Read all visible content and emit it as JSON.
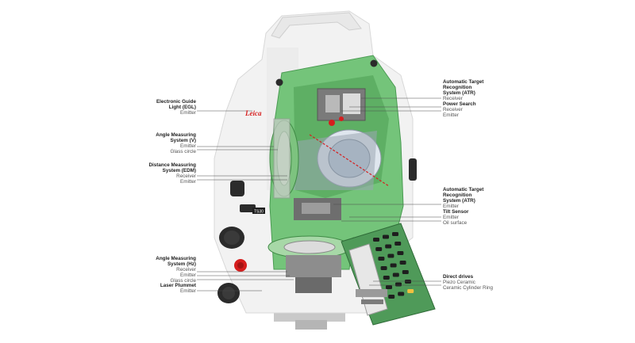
{
  "brand": {
    "logo_text": "Leica",
    "model_badge": "TS30"
  },
  "colors": {
    "housing": "#f2f2f2",
    "cutaway": "#74c47a",
    "cutaway_dark": "#4a9b52",
    "keypad": "#4f9a59",
    "knob": "#2b2b2b",
    "accent_red": "#d61e1e",
    "line": "#4a4a4a"
  },
  "labels_left": [
    {
      "title": [
        "Electronic Guide",
        "Light (EGL)"
      ],
      "subs": [
        "Emitter"
      ]
    },
    {
      "title": [
        "Angle Measuring",
        "System (V)"
      ],
      "subs": [
        "Emitter",
        "Glass circle"
      ]
    },
    {
      "title": [
        "Distance Measuring",
        "System (EDM)"
      ],
      "subs": [
        "Receiver",
        "Emitter"
      ]
    },
    {
      "title": [
        "Angle Measuring",
        "System (Hz)"
      ],
      "subs": [
        "Receiver",
        "Emitter",
        "Glass circle"
      ]
    },
    {
      "title": [
        "Laser Plummet"
      ],
      "subs": [
        "Emitter"
      ]
    }
  ],
  "labels_right": [
    {
      "title": [
        "Automatic Target",
        "Recognition",
        "System (ATR)"
      ],
      "subs": [
        "Receiver"
      ]
    },
    {
      "title": [
        "Power Search"
      ],
      "subs": [
        "Receiver",
        "Emitter"
      ]
    },
    {
      "title": [
        "Automatic Target",
        "Recognition",
        "System (ATR)"
      ],
      "subs": [
        "Emitter"
      ]
    },
    {
      "title": [
        "Tilt Sensor"
      ],
      "subs": [
        "Emitter",
        "Oil surface"
      ]
    },
    {
      "title": [
        "Direct drives"
      ],
      "subs": [
        "Piezo Ceramic",
        "Ceramic Cylinder Ring"
      ]
    }
  ]
}
